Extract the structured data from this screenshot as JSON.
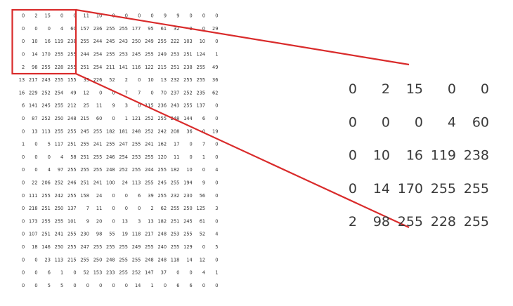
{
  "colors": {
    "highlight": "#d92b2b",
    "text_small": "#333333",
    "text_large": "#3a3a3a"
  },
  "pixel_grid": {
    "rows": [
      [
        "0",
        "2",
        "15",
        "0",
        "0",
        "11",
        "10",
        "0",
        "0",
        "0",
        "0",
        "9",
        "9",
        "0",
        "0",
        "0"
      ],
      [
        "0",
        "0",
        "0",
        "4",
        "60",
        "157",
        "236",
        "255",
        "255",
        "177",
        "95",
        "61",
        "32",
        "0",
        "0",
        "29"
      ],
      [
        "0",
        "10",
        "16",
        "119",
        "238",
        "255",
        "244",
        "245",
        "243",
        "250",
        "249",
        "255",
        "222",
        "103",
        "10",
        "0"
      ],
      [
        "0",
        "14",
        "170",
        "255",
        "255",
        "244",
        "254",
        "255",
        "253",
        "245",
        "255",
        "249",
        "253",
        "251",
        "124",
        "1"
      ],
      [
        "2",
        "98",
        "255",
        "228",
        "255",
        "251",
        "254",
        "211",
        "141",
        "116",
        "122",
        "215",
        "251",
        "238",
        "255",
        "49"
      ],
      [
        "13",
        "217",
        "243",
        "255",
        "155",
        "33",
        "226",
        "52",
        "2",
        "0",
        "10",
        "13",
        "232",
        "255",
        "255",
        "36"
      ],
      [
        "16",
        "229",
        "252",
        "254",
        "49",
        "12",
        "0",
        "0",
        "7",
        "7",
        "0",
        "70",
        "237",
        "252",
        "235",
        "62"
      ],
      [
        "6",
        "141",
        "245",
        "255",
        "212",
        "25",
        "11",
        "9",
        "3",
        "0",
        "115",
        "236",
        "243",
        "255",
        "137",
        "0"
      ],
      [
        "0",
        "87",
        "252",
        "250",
        "248",
        "215",
        "60",
        "0",
        "1",
        "121",
        "252",
        "255",
        "248",
        "144",
        "6",
        "0"
      ],
      [
        "0",
        "13",
        "113",
        "255",
        "255",
        "245",
        "255",
        "182",
        "181",
        "248",
        "252",
        "242",
        "208",
        "36",
        "0",
        "19"
      ],
      [
        "1",
        "0",
        "5",
        "117",
        "251",
        "255",
        "241",
        "255",
        "247",
        "255",
        "241",
        "162",
        "17",
        "0",
        "7",
        "0"
      ],
      [
        "0",
        "0",
        "0",
        "4",
        "58",
        "251",
        "255",
        "246",
        "254",
        "253",
        "255",
        "120",
        "11",
        "0",
        "1",
        "0"
      ],
      [
        "0",
        "0",
        "4",
        "97",
        "255",
        "255",
        "255",
        "248",
        "252",
        "255",
        "244",
        "255",
        "182",
        "10",
        "0",
        "4"
      ],
      [
        "0",
        "22",
        "206",
        "252",
        "246",
        "251",
        "241",
        "100",
        "24",
        "113",
        "255",
        "245",
        "255",
        "194",
        "9",
        "0"
      ],
      [
        "0",
        "111",
        "255",
        "242",
        "255",
        "158",
        "24",
        "0",
        "0",
        "6",
        "39",
        "255",
        "232",
        "230",
        "56",
        "0"
      ],
      [
        "0",
        "218",
        "251",
        "250",
        "137",
        "7",
        "11",
        "0",
        "0",
        "0",
        "2",
        "62",
        "255",
        "250",
        "125",
        "3"
      ],
      [
        "0",
        "173",
        "255",
        "255",
        "101",
        "9",
        "20",
        "0",
        "13",
        "3",
        "13",
        "182",
        "251",
        "245",
        "61",
        "0"
      ],
      [
        "0",
        "107",
        "251",
        "241",
        "255",
        "230",
        "98",
        "55",
        "19",
        "118",
        "217",
        "248",
        "253",
        "255",
        "52",
        "4"
      ],
      [
        "0",
        "18",
        "146",
        "250",
        "255",
        "247",
        "255",
        "255",
        "255",
        "249",
        "255",
        "240",
        "255",
        "129",
        "0",
        "5"
      ],
      [
        "0",
        "0",
        "23",
        "113",
        "215",
        "255",
        "250",
        "248",
        "255",
        "255",
        "248",
        "248",
        "118",
        "14",
        "12",
        "0"
      ],
      [
        "0",
        "0",
        "6",
        "1",
        "0",
        "52",
        "153",
        "233",
        "255",
        "252",
        "147",
        "37",
        "0",
        "0",
        "4",
        "1"
      ],
      [
        "0",
        "0",
        "5",
        "5",
        "0",
        "0",
        "0",
        "0",
        "0",
        "14",
        "1",
        "0",
        "6",
        "6",
        "0",
        "0"
      ]
    ]
  },
  "zoom_panel": {
    "rows": [
      [
        "0",
        "2",
        "15",
        "0",
        "0"
      ],
      [
        "0",
        "0",
        "0",
        "4",
        "60"
      ],
      [
        "0",
        "10",
        "16",
        "119",
        "238"
      ],
      [
        "0",
        "14",
        "170",
        "255",
        "255"
      ],
      [
        "2",
        "98",
        "255",
        "228",
        "255"
      ]
    ]
  }
}
